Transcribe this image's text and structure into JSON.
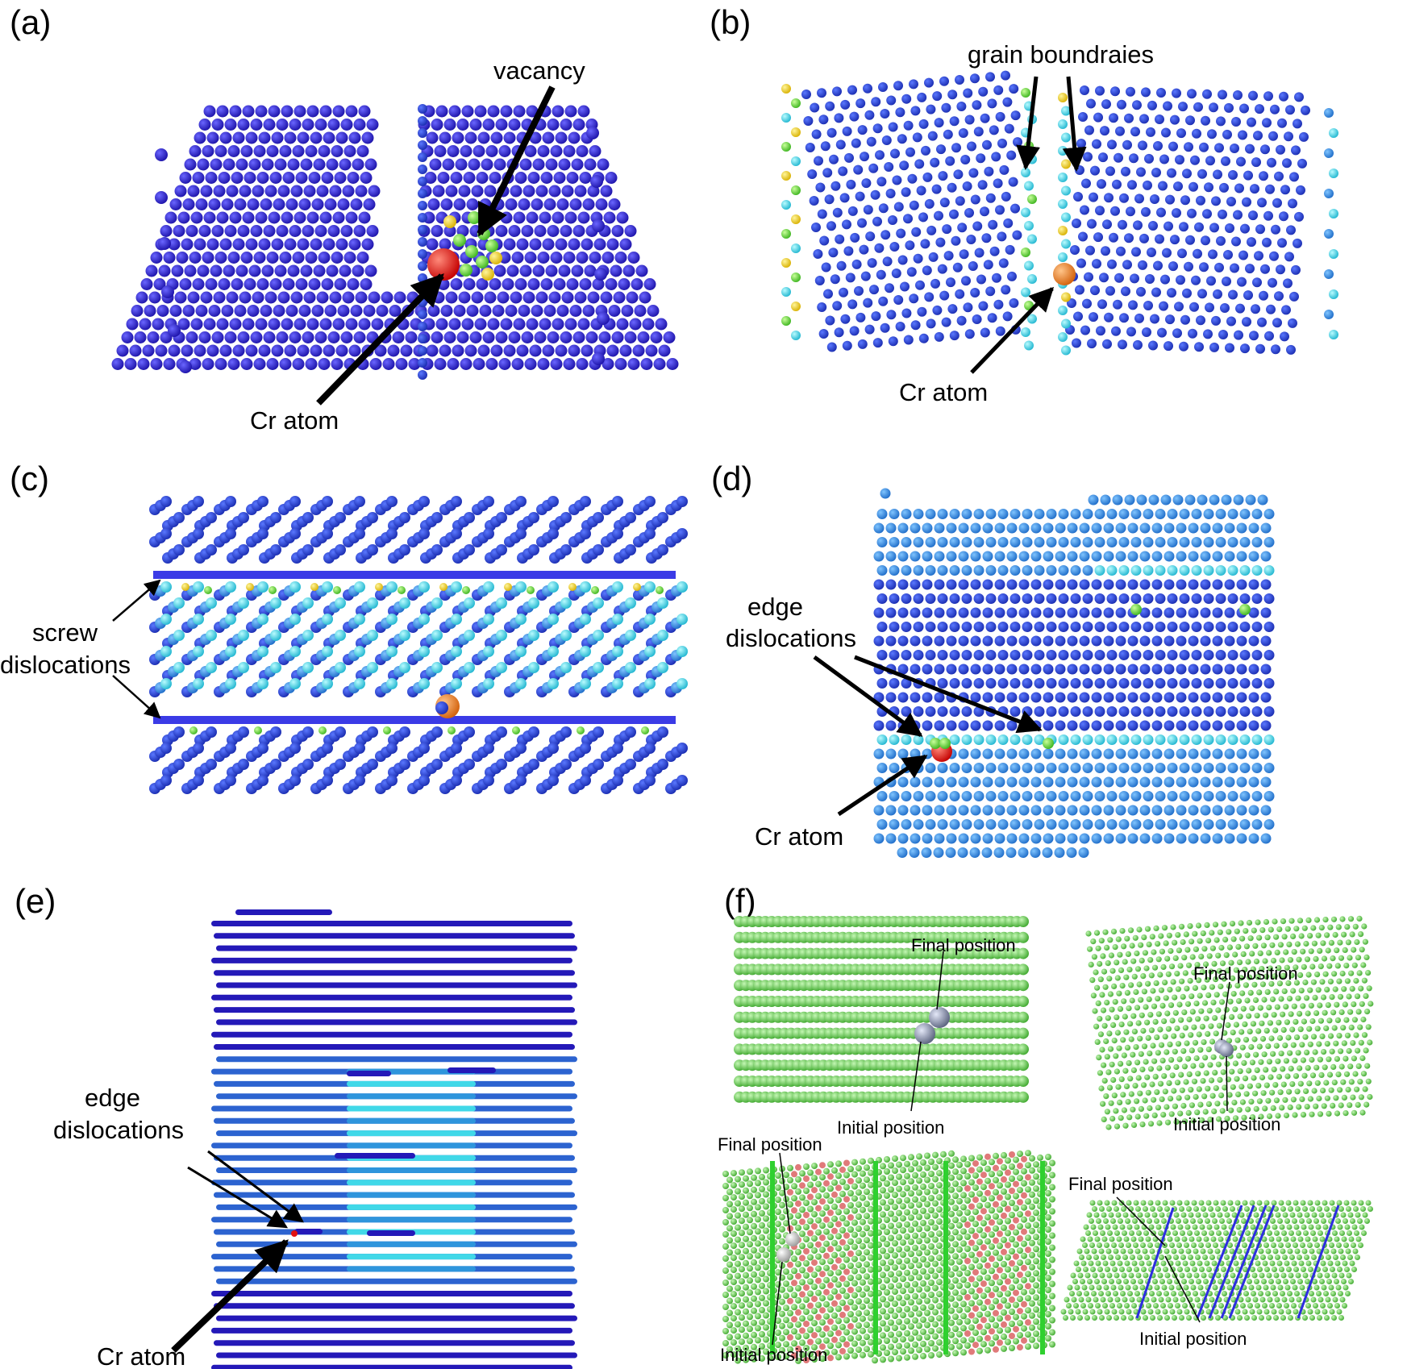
{
  "panels": {
    "a": {
      "label": "(a)",
      "vacancy": "vacancy",
      "cr_atom": "Cr atom"
    },
    "b": {
      "label": "(b)",
      "grain_boundaries": "grain boundraies",
      "cr_atom": "Cr atom"
    },
    "c": {
      "label": "(c)",
      "screw_line1": "screw",
      "screw_line2": "dislocations"
    },
    "d": {
      "label": "(d)",
      "edge_line1": "edge",
      "edge_line2": "dislocations",
      "cr_atom": "Cr atom"
    },
    "e": {
      "label": "(e)",
      "edge_line1": "edge",
      "edge_line2": "dislocations",
      "cr_atom": "Cr atom"
    },
    "f": {
      "label": "(f)",
      "tl": {
        "final": "Final position",
        "initial": "Initial position"
      },
      "tr": {
        "final": "Final position",
        "initial": "Initial position"
      },
      "bl": {
        "final": "Final position",
        "initial": "Initial position"
      },
      "br": {
        "final": "Final position",
        "initial": "Initial position"
      }
    }
  },
  "colors": {
    "atom_blue": "#2a1fc4",
    "atom_blue_light": "#2b7fd9",
    "atom_cyan": "#36c8e0",
    "atom_green": "#5fd33a",
    "atom_yellow": "#f0d21a",
    "cr_red": "#e01010",
    "cr_orange": "#f07a1a",
    "fcc_green": "#5cc94a",
    "hcp_red": "#e06a6a",
    "dislocation_blue": "#2d2de0"
  }
}
